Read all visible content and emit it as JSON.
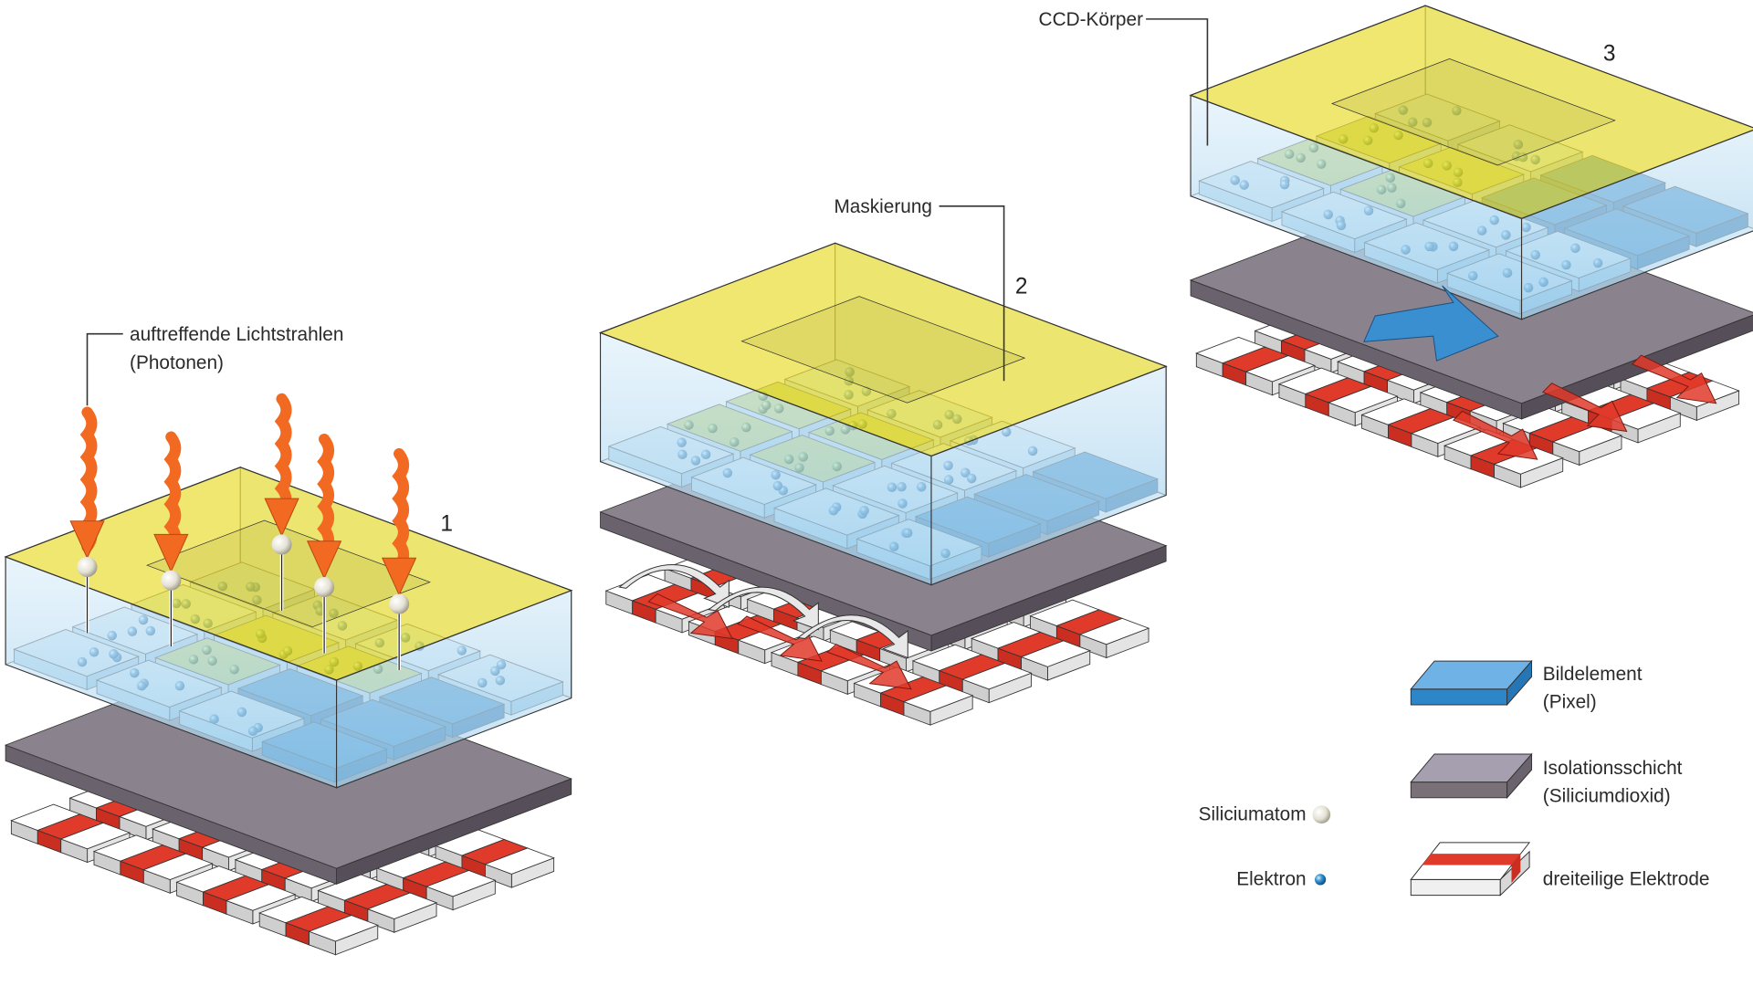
{
  "labels": {
    "photons_line1": "auftreffende Lichtstrahlen",
    "photons_line2": "(Photonen)",
    "masking": "Maskierung",
    "ccd_body": "CCD-Körper",
    "step1": "1",
    "step2": "2",
    "step3": "3"
  },
  "legend": {
    "pixel_line1": "Bildelement",
    "pixel_line2": "(Pixel)",
    "insulation_line1": "Isolationsschicht",
    "insulation_line2": "(Siliciumdioxid)",
    "electrode": "dreiteilige Elektrode",
    "silicon_atom": "Siliciumatom",
    "electron": "Elektron"
  },
  "colors": {
    "yellow_top": "#f2e23a",
    "pixel_light": "#bfe0f3",
    "pixel_dark": "#2d86c8",
    "insulation": "#8a828c",
    "electrode_red": "#e03a2a",
    "photon_orange": "#f26a21",
    "electron": "#2a7fc0"
  }
}
